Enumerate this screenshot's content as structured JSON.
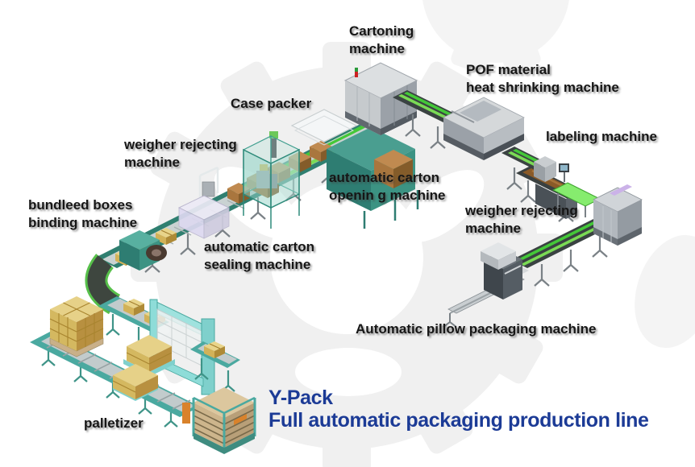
{
  "page_title": "Y-Pack Full automatic packaging production line",
  "labels": {
    "cartoning": "Cartoning\nmachine",
    "pof": "POF material\nheat shrinking machine",
    "case_packer": "Case packer",
    "labeling": "labeling machine",
    "weigher_left": "weigher rejecting\nmachine",
    "carton_opening": "automatic carton\nopenin g machine",
    "weigher_right": "weigher rejecting\nmachine",
    "bundling": "bundleed boxes\nbinding machine",
    "carton_sealing": "automatic carton\nsealing machine",
    "pillow": "Automatic pillow packaging machine",
    "palletizer": "palletizer"
  },
  "title": {
    "brand": "Y-Pack",
    "line": "Full automatic packaging production line"
  },
  "icons": {
    "watermark": "gear-watermark"
  },
  "colors": {
    "title_blue": "#1c3b96",
    "label_text": "#161616",
    "belt_green": "#44c838",
    "belt_green_light": "#7ada55",
    "machine_teal": "#2e7d72",
    "machine_gray": "#a8adb4",
    "frame_cyan": "#7fd0cc",
    "box_brown": "#9a6a34",
    "box_yellow": "#d8c06a",
    "labeler_belt_brown": "#8a5a28",
    "watermark_gray": "#f0f0f0"
  }
}
